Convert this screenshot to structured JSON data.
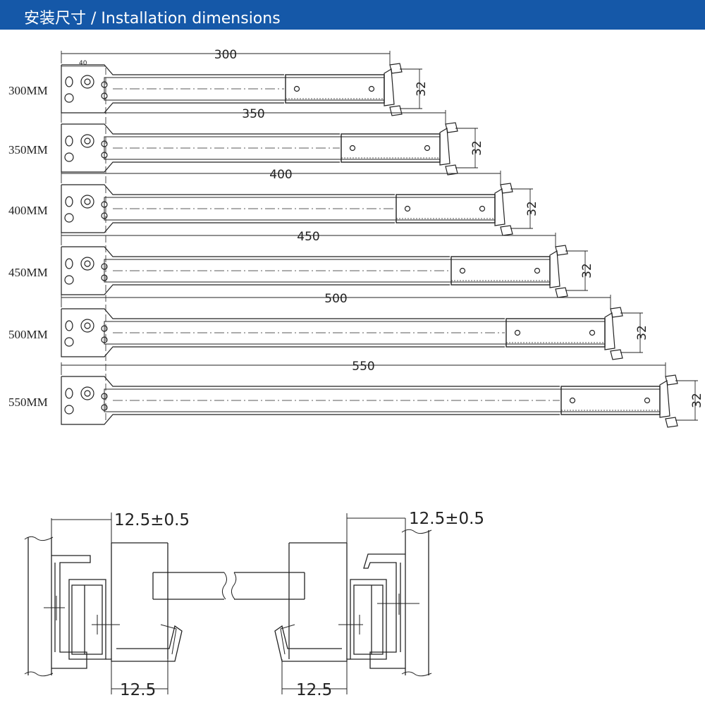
{
  "header": {
    "title": "安装尺寸 / Installation dimensions",
    "background": "#1558a8",
    "text_color": "#ffffff"
  },
  "slides": {
    "small_dim": "40",
    "vertical_dim": "32",
    "rows": [
      {
        "size_label": "300MM",
        "length_dim": "300"
      },
      {
        "size_label": "350MM",
        "length_dim": "350"
      },
      {
        "size_label": "400MM",
        "length_dim": "400"
      },
      {
        "size_label": "450MM",
        "length_dim": "450"
      },
      {
        "size_label": "500MM",
        "length_dim": "500"
      },
      {
        "size_label": "550MM",
        "length_dim": "550"
      }
    ]
  },
  "cross_section": {
    "left_gap": "12.5±0.5",
    "right_gap": "12.5±0.5",
    "left_bottom": "12.5",
    "right_bottom": "12.5"
  }
}
